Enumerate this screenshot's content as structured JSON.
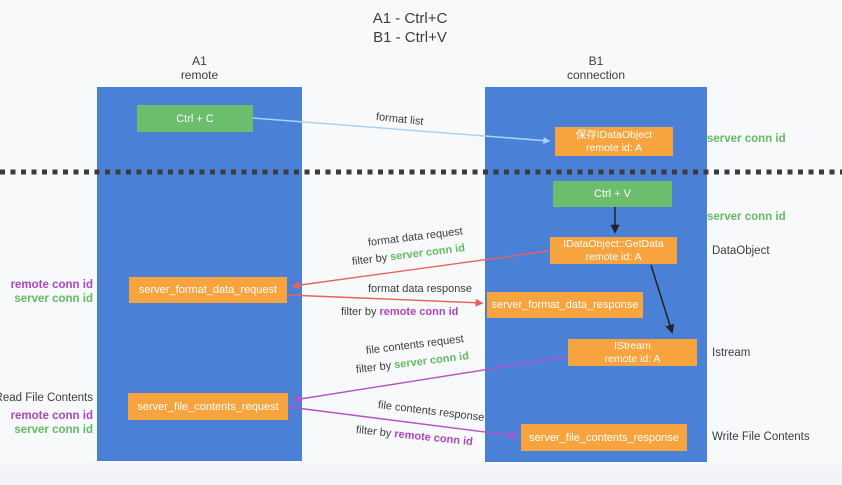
{
  "diagram": {
    "title_line1": "A1 - Ctrl+C",
    "title_line2": "B1 - Ctrl+V"
  },
  "columns": {
    "a1_name": "A1",
    "a1_subtitle": "remote",
    "b1_name": "B1",
    "b1_subtitle": "connection"
  },
  "nodes": {
    "ctrl_c": "Ctrl + C",
    "ctrl_v": "Ctrl + V",
    "save_dataobject_line1": "保存IDataObject",
    "save_dataobject_line2": "remote id: A",
    "getdata_line1": "IDataObject::GetData",
    "getdata_line2": "remote id: A",
    "istream_line1": "IStream",
    "istream_line2": "remote id: A",
    "format_request": "server_format_data_request",
    "format_response": "server_format_data_response",
    "file_request": "server_file_contents_request",
    "file_response": "server_file_contents_response"
  },
  "arrow_labels": {
    "format_list": "format list",
    "format_data_request": "format data request",
    "format_data_response": "format data response",
    "file_contents_request": "file contents request",
    "file_contents_response": "file contents response",
    "filter_by": "filter by",
    "server_conn_id": "server conn id",
    "remote_conn_id": "remote conn id"
  },
  "side_labels": {
    "server_conn_id_top": "server conn id",
    "server_conn_id_mid": "server conn id",
    "dataobject": "DataObject",
    "istream": "Istream",
    "write_file_contents": "Write File Contents",
    "read_file_contents": "Read File Contents",
    "remote_conn_id": "remote conn id",
    "server_conn_id": "server conn id"
  },
  "colors": {
    "column_blue": "#4a80d6",
    "node_green": "#6cbd6c",
    "node_orange": "#f8a43e",
    "green_text": "#62bb62",
    "purple_text": "#ab47bc",
    "red_arrow": "#e8635b",
    "light_blue_arrow": "#a9d3ee",
    "purple_arrow": "#b553c4",
    "black_arrow": "#222222",
    "dotted_line": "#3c3c3c"
  }
}
